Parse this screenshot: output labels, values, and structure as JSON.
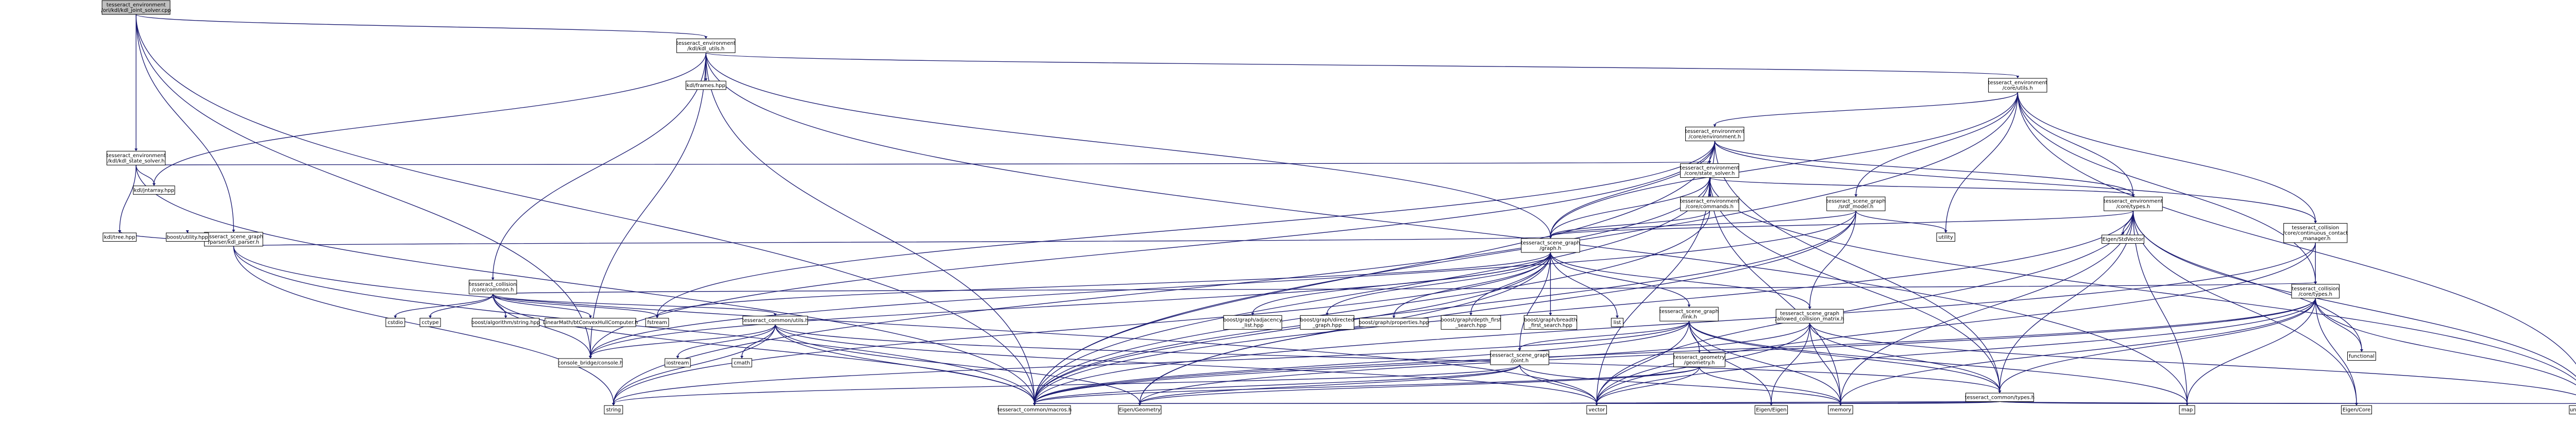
{
  "graph": {
    "colors": {
      "root_fill": "#bfbfbf",
      "node_fill": "#ffffff",
      "node_stroke": "#000000",
      "incomplete_stroke": "#ff0000",
      "title_text": "#000000",
      "incomplete_text": "#ff0000",
      "edge": "#191970"
    },
    "nodes": [
      {
        "id": "root",
        "lines": [
          "tesseract_environment",
          "/ori/kdl/kdl_joint_solver.cpp"
        ],
        "root": true
      },
      {
        "id": "kdl_utils",
        "lines": [
          "tesseract_environment",
          "/kdl/kdl_utils.h"
        ]
      },
      {
        "id": "kdl_frames",
        "lines": [
          "kdl/frames.hpp"
        ]
      },
      {
        "id": "kdl_state_solver",
        "lines": [
          "tesseract_environment",
          "/kdl/kdl_state_solver.h"
        ]
      },
      {
        "id": "kdl_jntarray",
        "lines": [
          "kdl/jntarray.hpp"
        ]
      },
      {
        "id": "kdl_tree",
        "lines": [
          "kdl/tree.hpp"
        ]
      },
      {
        "id": "kdl_parser",
        "lines": [
          "tesseract_scene_graph",
          "/parser/kdl_parser.h"
        ]
      },
      {
        "id": "boost_utility",
        "lines": [
          "boost/utility.hpp"
        ]
      },
      {
        "id": "collision_common",
        "lines": [
          "tesseract_collision",
          "/core/common.h"
        ]
      },
      {
        "id": "cstdio",
        "lines": [
          "cstdio"
        ]
      },
      {
        "id": "cctype",
        "lines": [
          "cctype"
        ]
      },
      {
        "id": "boost_string",
        "lines": [
          "boost/algorithm/string.hpp"
        ]
      },
      {
        "id": "linearmath",
        "lines": [
          "LinearMath/btConvexHullComputer.h"
        ]
      },
      {
        "id": "fstream",
        "lines": [
          "fstream"
        ]
      },
      {
        "id": "common_utils",
        "lines": [
          "tesseract_common/utils.h"
        ],
        "incomplete": true
      },
      {
        "id": "console_bridge",
        "lines": [
          "console_bridge/console.h"
        ]
      },
      {
        "id": "iostream",
        "lines": [
          "iostream"
        ]
      },
      {
        "id": "cmath",
        "lines": [
          "cmath"
        ]
      },
      {
        "id": "string",
        "lines": [
          "string"
        ]
      },
      {
        "id": "common_macros",
        "lines": [
          "tesseract_common/macros.h"
        ]
      },
      {
        "id": "eigen_geometry",
        "lines": [
          "Eigen/Geometry"
        ]
      },
      {
        "id": "env_core_utils",
        "lines": [
          "tesseract_environment",
          "/core/utils.h"
        ]
      },
      {
        "id": "env_core_environment",
        "lines": [
          "tesseract_environment",
          "/core/environment.h"
        ],
        "incomplete": true
      },
      {
        "id": "env_state_solver",
        "lines": [
          "tesseract_environment",
          "/core/state_solver.h"
        ]
      },
      {
        "id": "env_commands",
        "lines": [
          "tesseract_environment",
          "/core/commands.h"
        ],
        "incomplete": true
      },
      {
        "id": "srdf_model",
        "lines": [
          "tesseract_scene_graph",
          "/srdf_model.h"
        ],
        "incomplete": true
      },
      {
        "id": "scene_graph_graph",
        "lines": [
          "tesseract_scene_graph",
          "/graph.h"
        ]
      },
      {
        "id": "bg_adjacency",
        "lines": [
          "boost/graph/adjacency",
          "_list.hpp"
        ]
      },
      {
        "id": "bg_directed",
        "lines": [
          "boost/graph/directed",
          "_graph.hpp"
        ]
      },
      {
        "id": "bg_properties",
        "lines": [
          "boost/graph/properties.hpp"
        ]
      },
      {
        "id": "bg_dfs",
        "lines": [
          "boost/graph/depth_first",
          "_search.hpp"
        ]
      },
      {
        "id": "bg_bfs",
        "lines": [
          "boost/graph/breadth",
          "_first_search.hpp"
        ]
      },
      {
        "id": "list",
        "lines": [
          "list"
        ]
      },
      {
        "id": "sg_link",
        "lines": [
          "tesseract_scene_graph",
          "/link.h"
        ]
      },
      {
        "id": "sg_acm",
        "lines": [
          "tesseract_scene_graph",
          "/allowed_collision_matrix.h"
        ]
      },
      {
        "id": "sg_joint",
        "lines": [
          "tesseract_scene_graph",
          "/joint.h"
        ]
      },
      {
        "id": "geometry_geometry",
        "lines": [
          "tesseract_geometry",
          "/geometry.h"
        ]
      },
      {
        "id": "vector",
        "lines": [
          "vector"
        ]
      },
      {
        "id": "memory",
        "lines": [
          "memory"
        ]
      },
      {
        "id": "eigen_eigen",
        "lines": [
          "Eigen/Eigen"
        ]
      },
      {
        "id": "common_types",
        "lines": [
          "tesseract_common/types.h"
        ],
        "incomplete": true
      },
      {
        "id": "map",
        "lines": [
          "map"
        ]
      },
      {
        "id": "eigen_core",
        "lines": [
          "Eigen/Core"
        ]
      },
      {
        "id": "unordered_map",
        "lines": [
          "unordered_map"
        ]
      },
      {
        "id": "env_core_types",
        "lines": [
          "tesseract_environment",
          "/core/types.h"
        ]
      },
      {
        "id": "eigen_stdvector",
        "lines": [
          "Eigen/StdVector"
        ]
      },
      {
        "id": "collision_contact_manager",
        "lines": [
          "tesseract_collision",
          "/core/continuous_contact",
          "_manager.h"
        ]
      },
      {
        "id": "collision_types",
        "lines": [
          "tesseract_collision",
          "/core/types.h"
        ],
        "incomplete": true
      },
      {
        "id": "functional",
        "lines": [
          "functional"
        ]
      },
      {
        "id": "utility",
        "lines": [
          "utility"
        ]
      }
    ],
    "edges": [
      [
        "root",
        "kdl_utils"
      ],
      [
        "root",
        "kdl_state_solver"
      ],
      [
        "root",
        "kdl_parser"
      ],
      [
        "root",
        "common_macros"
      ],
      [
        "root",
        "console_bridge"
      ],
      [
        "kdl_utils",
        "kdl_frames"
      ],
      [
        "kdl_utils",
        "kdl_jntarray"
      ],
      [
        "kdl_utils",
        "env_core_utils"
      ],
      [
        "kdl_utils",
        "collision_common"
      ],
      [
        "kdl_utils",
        "scene_graph_graph"
      ],
      [
        "kdl_utils",
        "console_bridge"
      ],
      [
        "kdl_utils",
        "common_macros"
      ],
      [
        "kdl_utils",
        "map"
      ],
      [
        "kdl_state_solver",
        "kdl_jntarray"
      ],
      [
        "kdl_state_solver",
        "kdl_tree"
      ],
      [
        "kdl_state_solver",
        "env_state_solver"
      ],
      [
        "kdl_state_solver",
        "common_macros"
      ],
      [
        "kdl_parser",
        "kdl_tree"
      ],
      [
        "kdl_parser",
        "boost_utility"
      ],
      [
        "kdl_parser",
        "scene_graph_graph"
      ],
      [
        "kdl_parser",
        "common_macros"
      ],
      [
        "kdl_parser",
        "string"
      ],
      [
        "kdl_parser",
        "vector"
      ],
      [
        "collision_common",
        "cstdio"
      ],
      [
        "collision_common",
        "cctype"
      ],
      [
        "collision_common",
        "boost_string"
      ],
      [
        "collision_common",
        "linearmath"
      ],
      [
        "collision_common",
        "fstream"
      ],
      [
        "collision_common",
        "common_utils"
      ],
      [
        "collision_common",
        "console_bridge"
      ],
      [
        "collision_common",
        "common_macros"
      ],
      [
        "collision_common",
        "collision_types"
      ],
      [
        "common_utils",
        "iostream"
      ],
      [
        "common_utils",
        "cmath"
      ],
      [
        "common_utils",
        "string"
      ],
      [
        "common_utils",
        "console_bridge"
      ],
      [
        "common_utils",
        "common_macros"
      ],
      [
        "common_utils",
        "eigen_geometry"
      ],
      [
        "common_utils",
        "vector"
      ],
      [
        "common_utils",
        "common_types"
      ],
      [
        "env_core_utils",
        "env_core_environment"
      ],
      [
        "env_core_utils",
        "env_core_types"
      ],
      [
        "env_core_utils",
        "srdf_model"
      ],
      [
        "env_core_utils",
        "scene_graph_graph"
      ],
      [
        "env_core_utils",
        "collision_contact_manager"
      ],
      [
        "env_core_utils",
        "collision_types"
      ],
      [
        "env_core_utils",
        "utility"
      ],
      [
        "env_core_utils",
        "common_macros"
      ],
      [
        "env_core_utils",
        "unordered_map"
      ],
      [
        "env_core_environment",
        "env_state_solver"
      ],
      [
        "env_core_environment",
        "env_commands"
      ],
      [
        "env_core_environment",
        "env_core_types"
      ],
      [
        "env_core_environment",
        "scene_graph_graph"
      ],
      [
        "env_core_environment",
        "console_bridge"
      ],
      [
        "env_core_environment",
        "common_macros"
      ],
      [
        "env_core_environment",
        "collision_contact_manager"
      ],
      [
        "env_core_environment",
        "fstream"
      ],
      [
        "env_core_environment",
        "common_types"
      ],
      [
        "env_state_solver",
        "env_commands"
      ],
      [
        "env_state_solver",
        "env_core_types"
      ],
      [
        "env_state_solver",
        "scene_graph_graph"
      ],
      [
        "env_state_solver",
        "common_macros"
      ],
      [
        "env_state_solver",
        "string"
      ],
      [
        "env_state_solver",
        "vector"
      ],
      [
        "env_state_solver",
        "memory"
      ],
      [
        "env_state_solver",
        "common_types"
      ],
      [
        "env_state_solver",
        "unordered_map"
      ],
      [
        "env_commands",
        "scene_graph_graph"
      ],
      [
        "env_commands",
        "common_macros"
      ],
      [
        "srdf_model",
        "scene_graph_graph"
      ],
      [
        "srdf_model",
        "sg_acm"
      ],
      [
        "srdf_model",
        "common_macros"
      ],
      [
        "srdf_model",
        "console_bridge"
      ],
      [
        "srdf_model",
        "utility"
      ],
      [
        "srdf_model",
        "eigen_geometry"
      ],
      [
        "env_core_types",
        "scene_graph_graph"
      ],
      [
        "env_core_types",
        "eigen_stdvector"
      ],
      [
        "env_core_types",
        "common_types"
      ],
      [
        "env_core_types",
        "vector"
      ],
      [
        "env_core_types",
        "memory"
      ],
      [
        "env_core_types",
        "map"
      ],
      [
        "env_core_types",
        "eigen_core"
      ],
      [
        "env_core_types",
        "unordered_map"
      ],
      [
        "env_core_types",
        "functional"
      ],
      [
        "env_core_types",
        "common_macros"
      ],
      [
        "scene_graph_graph",
        "bg_adjacency"
      ],
      [
        "scene_graph_graph",
        "bg_directed"
      ],
      [
        "scene_graph_graph",
        "bg_properties"
      ],
      [
        "scene_graph_graph",
        "bg_dfs"
      ],
      [
        "scene_graph_graph",
        "bg_bfs"
      ],
      [
        "scene_graph_graph",
        "list"
      ],
      [
        "scene_graph_graph",
        "sg_link"
      ],
      [
        "scene_graph_graph",
        "sg_acm"
      ],
      [
        "scene_graph_graph",
        "sg_joint"
      ],
      [
        "scene_graph_graph",
        "console_bridge"
      ],
      [
        "scene_graph_graph",
        "common_macros"
      ],
      [
        "scene_graph_graph",
        "fstream"
      ],
      [
        "scene_graph_graph",
        "string"
      ],
      [
        "scene_graph_graph",
        "eigen_geometry"
      ],
      [
        "sg_link",
        "sg_joint"
      ],
      [
        "sg_link",
        "geometry_geometry"
      ],
      [
        "sg_link",
        "common_macros"
      ],
      [
        "sg_link",
        "eigen_eigen"
      ],
      [
        "sg_link",
        "vector"
      ],
      [
        "sg_link",
        "memory"
      ],
      [
        "sg_link",
        "string"
      ],
      [
        "sg_link",
        "common_types"
      ],
      [
        "sg_link",
        "map"
      ],
      [
        "sg_acm",
        "common_types"
      ],
      [
        "sg_acm",
        "vector"
      ],
      [
        "sg_acm",
        "memory"
      ],
      [
        "sg_acm",
        "unordered_map"
      ],
      [
        "sg_acm",
        "eigen_eigen"
      ],
      [
        "sg_acm",
        "common_macros"
      ],
      [
        "sg_joint",
        "common_macros"
      ],
      [
        "sg_joint",
        "eigen_geometry"
      ],
      [
        "sg_joint",
        "string"
      ],
      [
        "sg_joint",
        "vector"
      ],
      [
        "sg_joint",
        "memory"
      ],
      [
        "geometry_geometry",
        "common_macros"
      ],
      [
        "geometry_geometry",
        "memory"
      ],
      [
        "geometry_geometry",
        "vector"
      ],
      [
        "geometry_geometry",
        "eigen_geometry"
      ],
      [
        "common_types",
        "vector"
      ],
      [
        "common_types",
        "memory"
      ],
      [
        "common_types",
        "map"
      ],
      [
        "common_types",
        "eigen_core"
      ],
      [
        "common_types",
        "unordered_map"
      ],
      [
        "common_types",
        "eigen_geometry"
      ],
      [
        "common_types",
        "common_macros"
      ],
      [
        "collision_contact_manager",
        "collision_types"
      ],
      [
        "collision_contact_manager",
        "common_macros"
      ],
      [
        "collision_contact_manager",
        "vector"
      ],
      [
        "collision_types",
        "common_types"
      ],
      [
        "collision_types",
        "map"
      ],
      [
        "collision_types",
        "vector"
      ],
      [
        "collision_types",
        "eigen_core"
      ],
      [
        "collision_types",
        "unordered_map"
      ],
      [
        "collision_types",
        "functional"
      ],
      [
        "collision_types",
        "memory"
      ],
      [
        "collision_types",
        "common_macros"
      ],
      [
        "collision_types",
        "eigen_geometry"
      ]
    ]
  }
}
